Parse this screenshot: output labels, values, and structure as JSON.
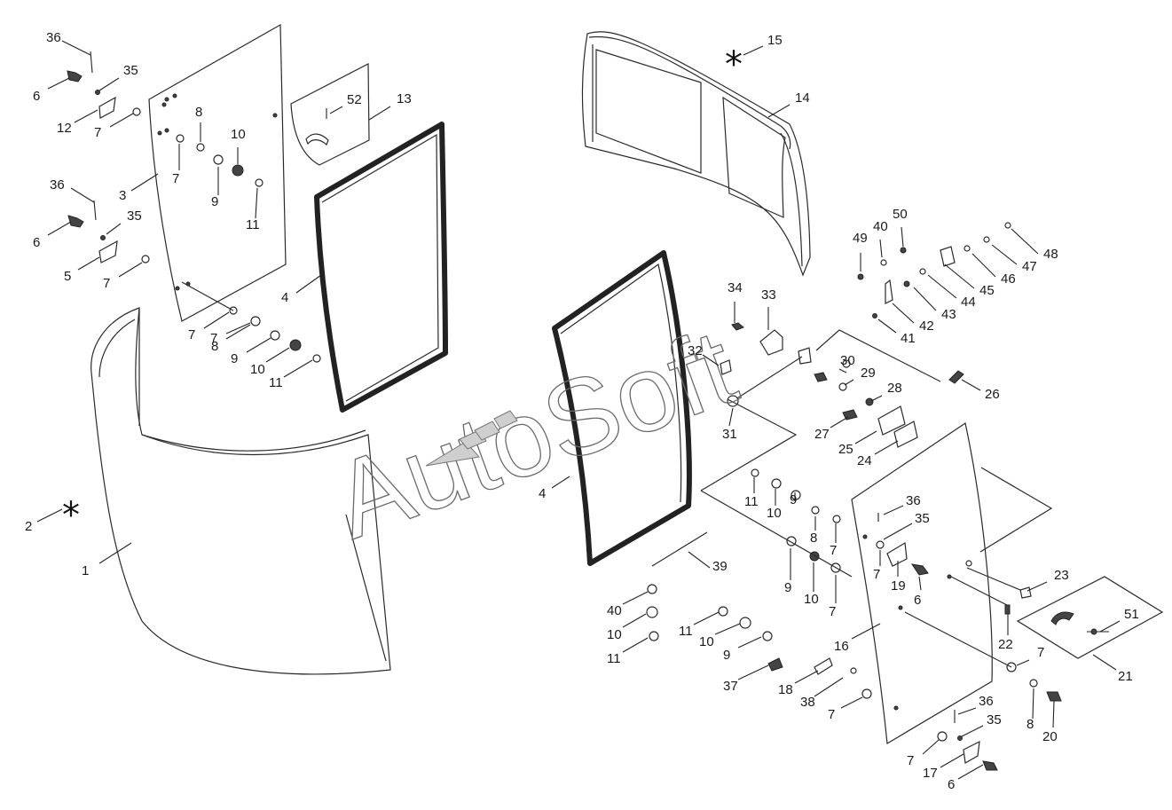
{
  "watermark": "AutoSoft",
  "asterisk": "*",
  "callouts": [
    "1",
    "2",
    "3",
    "4",
    "4",
    "5",
    "6",
    "6",
    "6",
    "6",
    "7",
    "7",
    "7",
    "7",
    "7",
    "7",
    "7",
    "7",
    "7",
    "7",
    "7",
    "8",
    "8",
    "8",
    "8",
    "9",
    "9",
    "9",
    "9",
    "9",
    "10",
    "10",
    "10",
    "10",
    "10",
    "10",
    "11",
    "11",
    "11",
    "11",
    "11",
    "12",
    "13",
    "14",
    "15",
    "16",
    "17",
    "18",
    "19",
    "20",
    "21",
    "22",
    "23",
    "24",
    "25",
    "26",
    "27",
    "28",
    "29",
    "30",
    "31",
    "32",
    "33",
    "34",
    "35",
    "35",
    "35",
    "35",
    "36",
    "36",
    "36",
    "36",
    "37",
    "38",
    "39",
    "40",
    "40",
    "41",
    "42",
    "43",
    "44",
    "45",
    "46",
    "47",
    "48",
    "49",
    "50",
    "51",
    "52"
  ]
}
